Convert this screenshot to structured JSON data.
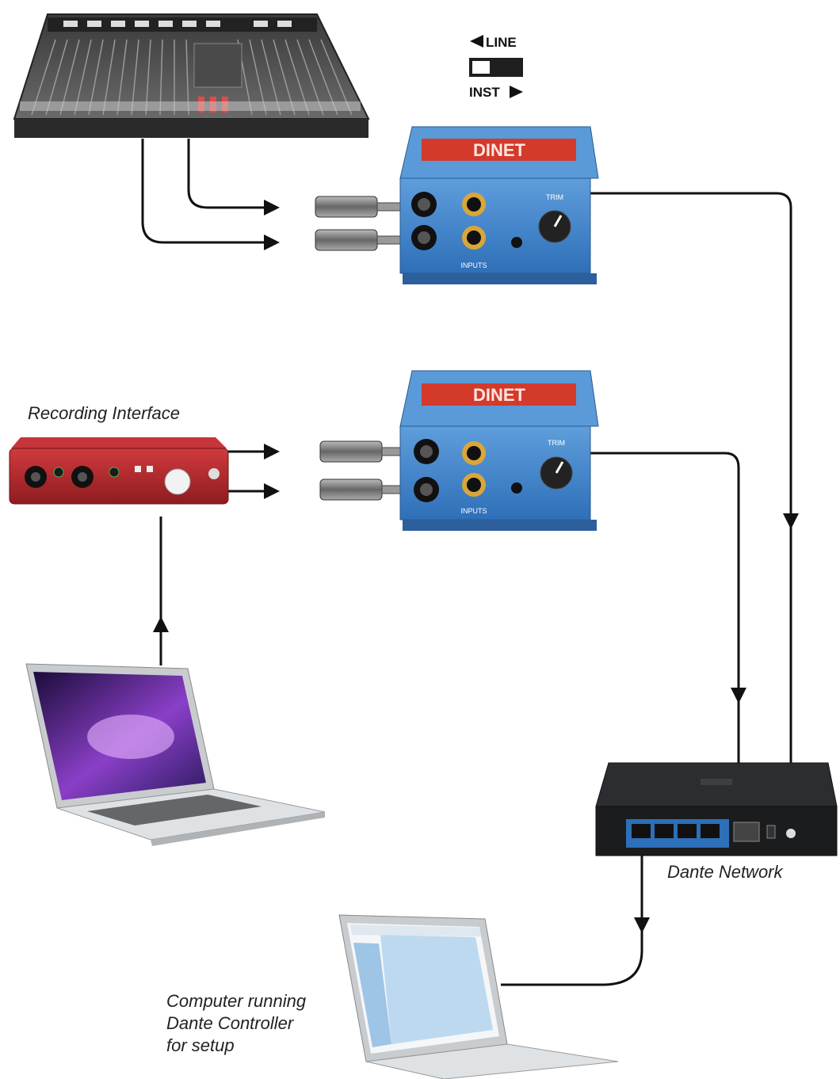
{
  "switch": {
    "top_label": "LINE",
    "bottom_label": "INST"
  },
  "labels": {
    "recording_interface": "Recording Interface",
    "dante_network": "Dante Network",
    "controller_line1": "Computer running",
    "controller_line2": "Dante Controller",
    "controller_line3": "for setup"
  },
  "dibox": {
    "brand": "DINET",
    "trim_label": "TRIM",
    "inputs_label": "INPUTS"
  },
  "colors": {
    "dibox_blue": "#3a7fc8",
    "dibox_red": "#d33a2a",
    "interface_red": "#b8262b",
    "switch_body": "#1f1f1f",
    "cable": "#111111"
  },
  "icons": [
    "arrow-icon",
    "mixer-icon",
    "laptop-icon",
    "network-switch-icon"
  ]
}
